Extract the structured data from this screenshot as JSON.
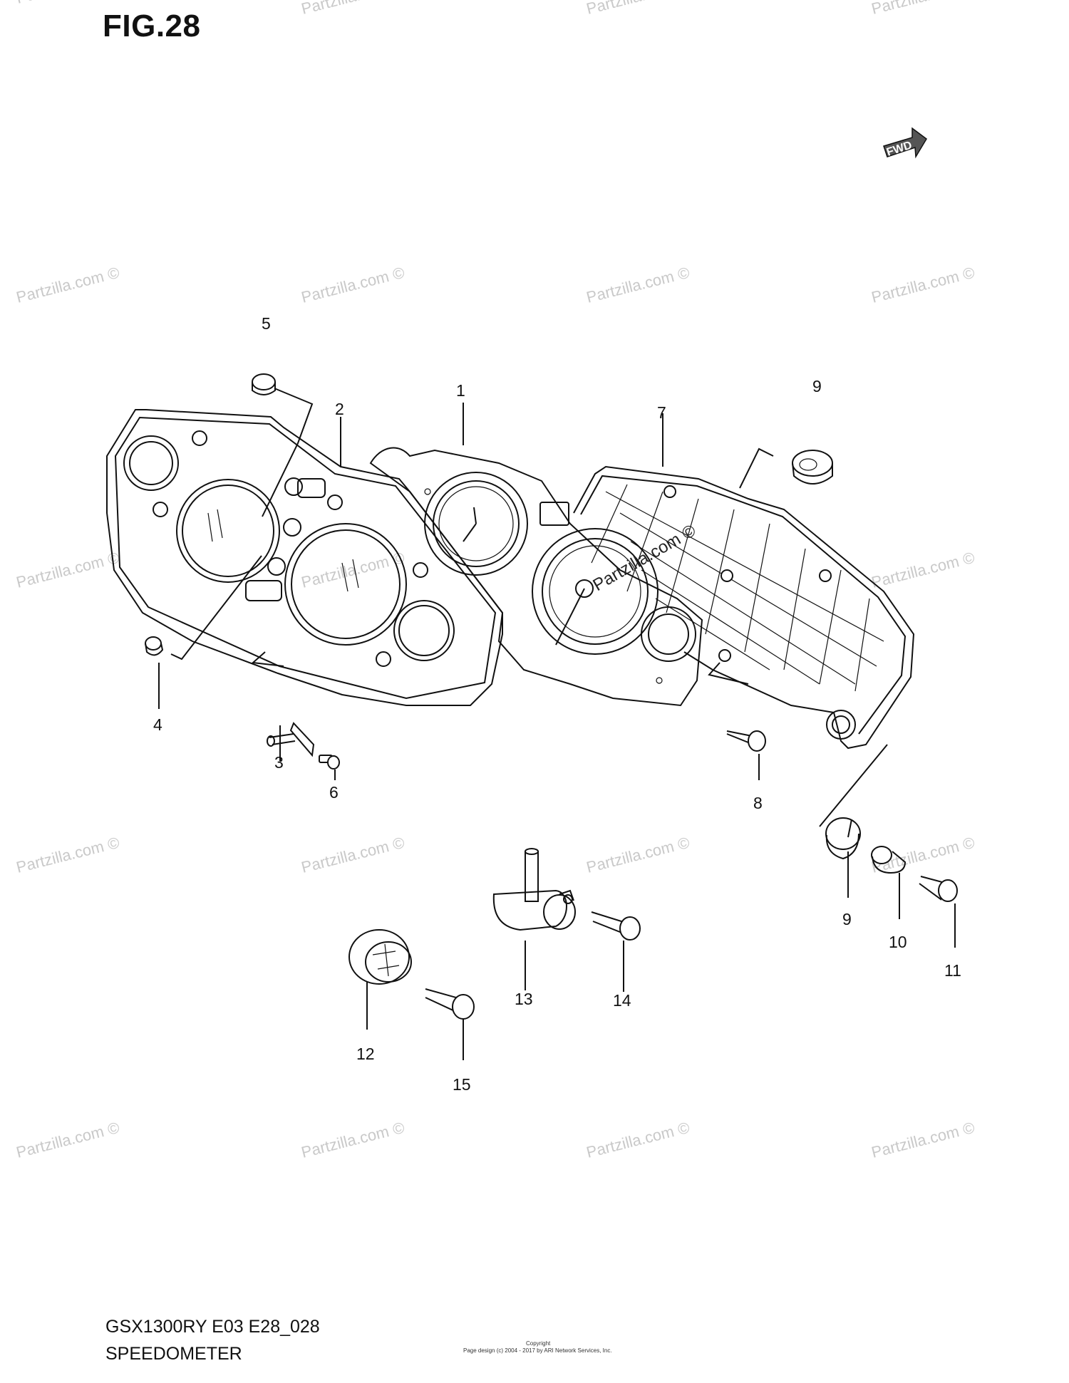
{
  "figure": {
    "title": "FIG.28"
  },
  "fwd_badge": {
    "label": "FWD"
  },
  "watermark": {
    "text": "Partzilla.com ©",
    "center_text": "Partzilla.com ©"
  },
  "callouts": [
    {
      "id": "c1",
      "label": "1"
    },
    {
      "id": "c2",
      "label": "2"
    },
    {
      "id": "c3",
      "label": "3"
    },
    {
      "id": "c4",
      "label": "4"
    },
    {
      "id": "c5",
      "label": "5"
    },
    {
      "id": "c6",
      "label": "6"
    },
    {
      "id": "c7",
      "label": "7"
    },
    {
      "id": "c8",
      "label": "8"
    },
    {
      "id": "c9a",
      "label": "9"
    },
    {
      "id": "c9b",
      "label": "9"
    },
    {
      "id": "c10",
      "label": "10"
    },
    {
      "id": "c11",
      "label": "11"
    },
    {
      "id": "c12",
      "label": "12"
    },
    {
      "id": "c13",
      "label": "13"
    },
    {
      "id": "c14",
      "label": "14"
    },
    {
      "id": "c15",
      "label": "15"
    }
  ],
  "footer": {
    "model": "GSX1300RY E03 E28_028",
    "name": "SPEEDOMETER",
    "copyright_1": "Copyright",
    "copyright_2": "Page design (c) 2004 - 2017 by ARI Network Services, Inc."
  }
}
